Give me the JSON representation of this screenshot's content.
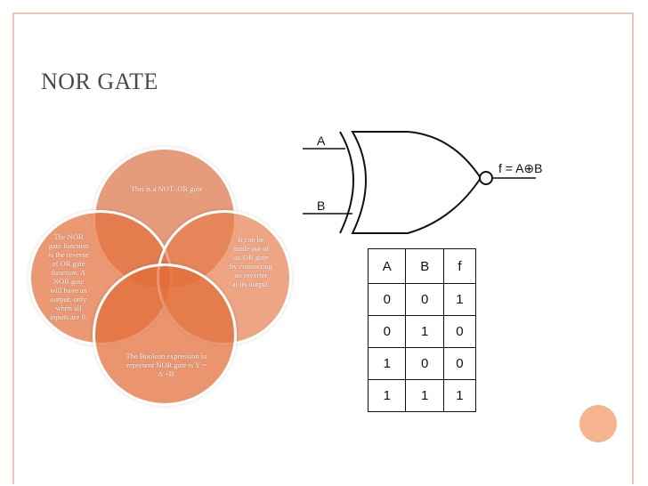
{
  "slide": {
    "title": "NOR GATE",
    "colors": {
      "frame": "#ecc6b8",
      "circle_fill": "#e0683a",
      "accent_dot": "#f5b48e",
      "title_text": "#4a4a4a"
    },
    "venn": {
      "top_text": "This is a NOT–OR gate",
      "left_text": "The NOR\ngate function\nis the reverse\nof OR gate\nfunction. A\nNOR gate\nwill have an\noutput, only\nwhen all\ninputs are 0.",
      "right_text": "It can be\nmade out of\nan OR gate\nby connecting\nan inverter\nat its output.",
      "bottom_text": "The Boolean expression to\nrepresent NOR gate is Y =\nA'+B'"
    },
    "gate_diagram": {
      "input_a": "A",
      "input_b": "B",
      "output_expression": "f = A⊕B"
    },
    "truth_table": {
      "headers": [
        "A",
        "B",
        "f"
      ],
      "rows": [
        [
          "0",
          "0",
          "1"
        ],
        [
          "0",
          "1",
          "0"
        ],
        [
          "1",
          "0",
          "0"
        ],
        [
          "1",
          "1",
          "1"
        ]
      ]
    }
  }
}
